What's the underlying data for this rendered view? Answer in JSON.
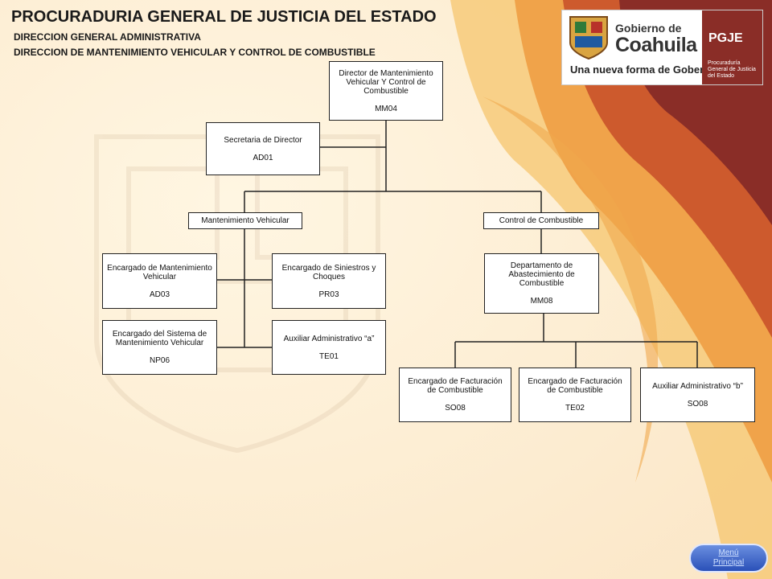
{
  "header": {
    "title": "PROCURADURIA GENERAL DE JUSTICIA DEL ESTADO",
    "subtitle1": "DIRECCION GENERAL ADMINISTRATIVA",
    "subtitle2": "DIRECCION DE MANTENIMIENTO VEHICULAR Y CONTROL DE COMBUSTIBLE"
  },
  "logo": {
    "gobierno": "Gobierno de",
    "coahuila": "Coahuila",
    "slogan": "Una nueva forma de Gobernar",
    "pgje": "PGJE",
    "pgje_full": "Procuraduría General de Justicia del Estado"
  },
  "org": {
    "director": {
      "title": "Director de Mantenimiento Vehicular Y Control de Combustible",
      "code": "MM04"
    },
    "secretaria": {
      "title": "Secretaria de Director",
      "code": "AD01"
    },
    "mantenimiento": {
      "title": "Mantenimiento Vehicular"
    },
    "control": {
      "title": "Control de Combustible"
    },
    "enc_mant": {
      "title": "Encargado de Mantenimiento Vehicular",
      "code": "AD03"
    },
    "enc_siniestros": {
      "title": "Encargado de Siniestros y Choques",
      "code": "PR03"
    },
    "enc_sistema": {
      "title": "Encargado del Sistema de Mantenimiento Vehicular",
      "code": "NP06"
    },
    "aux_a": {
      "title": "Auxiliar Administrativo “a”",
      "code": "TE01"
    },
    "depto": {
      "title": "Departamento de Abastecimiento de Combustible",
      "code": "MM08"
    },
    "fact1": {
      "title": "Encargado de Facturación de Combustible",
      "code": "SO08"
    },
    "fact2": {
      "title": "Encargado de Facturación de Combustible",
      "code": "TE02"
    },
    "aux_b": {
      "title": "Auxiliar Administrativo “b”",
      "code": "SO08"
    }
  },
  "nav": {
    "menu_label": "Menú Principal"
  },
  "colors": {
    "accent_dark": "#8a2d27",
    "accent_orange": "#e4722a",
    "accent_yellow": "#f2b544",
    "button_blue": "#2a50b8"
  }
}
